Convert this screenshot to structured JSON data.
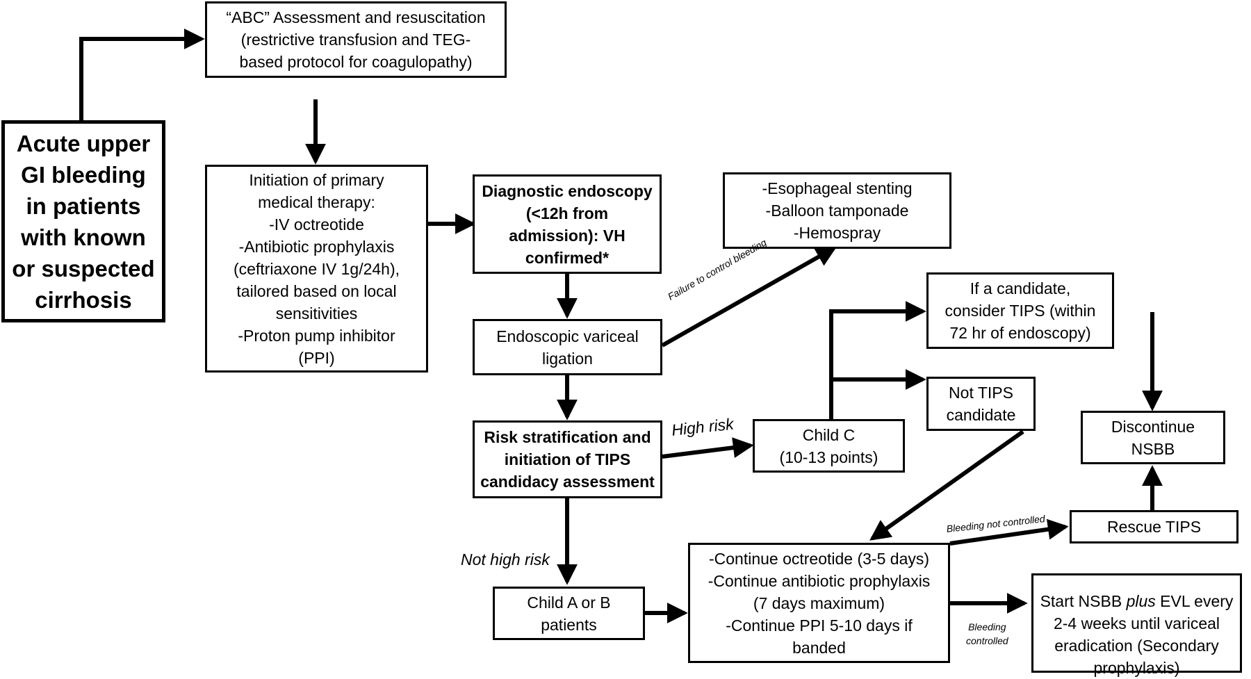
{
  "boxes": {
    "main": "Acute upper\nGI bleeding\nin patients\nwith known\nor suspected\ncirrhosis",
    "abc": "“ABC” Assessment and resuscitation\n(restrictive transfusion and TEG-\nbased protocol for coagulopathy)",
    "primary": "Initiation of primary\nmedical therapy:\n-IV octreotide\n-Antibiotic prophylaxis\n(ceftriaxone IV 1g/24h),\ntailored based on local\nsensitivities\n-Proton pump inhibitor\n(PPI)",
    "endoscopy": "Diagnostic endoscopy\n(<12h from\nadmission): VH\nconfirmed*",
    "salvage": "-Esophageal stenting\n-Balloon tamponade\n-Hemospray",
    "evl": "Endoscopic variceal\nligation",
    "risk": "Risk stratification and\ninitiation of TIPS\ncandidacy assessment",
    "child_c": "Child C\n(10-13 points)",
    "tips_candidate": "If a candidate,\nconsider TIPS (within\n72 hr of endoscopy)",
    "not_tips": "Not TIPS\ncandidate",
    "discontinue": "Discontinue\nNSBB",
    "rescue": "Rescue TIPS",
    "continue": "-Continue octreotide (3-5 days)\n-Continue antibiotic prophylaxis\n(7 days maximum)\n-Continue PPI 5-10 days if\nbanded",
    "child_ab": "Child A or B\npatients",
    "nsbb": "Start NSBB plus EVL every\n2-4 weeks until variceal\neradication (Secondary\nprophylaxis)"
  },
  "edge_labels": {
    "failure": "Failure to control bleeding",
    "high_risk": "High risk",
    "not_high_risk": "Not high risk",
    "not_controlled": "Bleeding not controlled",
    "controlled": "Bleeding\ncontrolled"
  }
}
